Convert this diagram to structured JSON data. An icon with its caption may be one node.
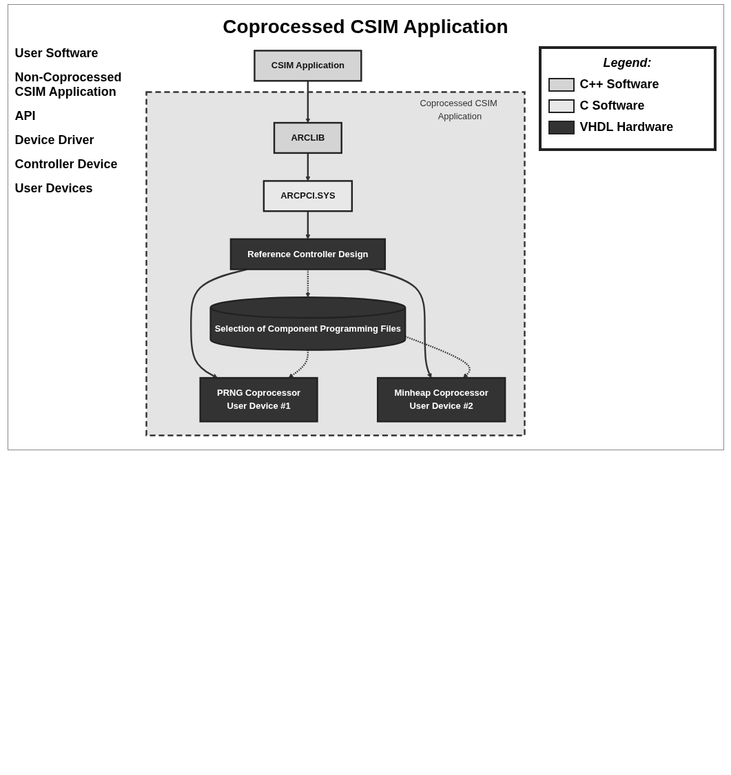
{
  "diagram": {
    "title": "Coprocessed CSIM Application",
    "nodes": [
      {
        "text": [
          "Coprocessed CSIM Application"
        ]
      },
      {
        "text": [
          "CSIM Application"
        ]
      },
      {
        "text": [
          "ARCLIB"
        ],
        "in": 0
      },
      {
        "text": [
          "ARCPCI.SYS"
        ],
        "in": 0
      },
      {
        "text": [
          "Reference Controller Design"
        ],
        "in": 0
      },
      {
        "text": [
          "Selection of Component Programming Files"
        ],
        "in": 0
      },
      {
        "text": [
          "PRNG Coprocessor",
          "User Device #1"
        ],
        "in": 0
      },
      {
        "text": [
          "Minheap Coprocessor",
          "User Device #2"
        ],
        "in": 0
      }
    ],
    "edges": [
      {
        "from": 1,
        "to": 2,
        "arrow": "to"
      },
      {
        "from": 2,
        "to": 3,
        "arrow": "to"
      },
      {
        "from": 3,
        "to": 4,
        "arrow": "to"
      },
      {
        "from": 4,
        "to": 5,
        "arrow": "to",
        "style": "dashed"
      },
      {
        "from": 4,
        "to": 6,
        "arrow": "to"
      },
      {
        "from": 4,
        "to": 7,
        "arrow": "to"
      },
      {
        "from": 5,
        "to": 6,
        "arrow": "to",
        "style": "dashed"
      },
      {
        "from": 5,
        "to": 7,
        "arrow": "to",
        "style": "dashed"
      }
    ],
    "labels": [
      "User Software",
      "Non-Coprocessed CSIM Application",
      "API",
      "Legend:",
      "Device Driver",
      "Controller Device",
      "User Devices"
    ],
    "legend": [
      {
        "text": "C++ Software",
        "color": "#d4d4d4"
      },
      {
        "text": "C Software",
        "color": "#e8e8e8"
      },
      {
        "text": "VHDL Hardware",
        "color": "#333333"
      }
    ]
  }
}
